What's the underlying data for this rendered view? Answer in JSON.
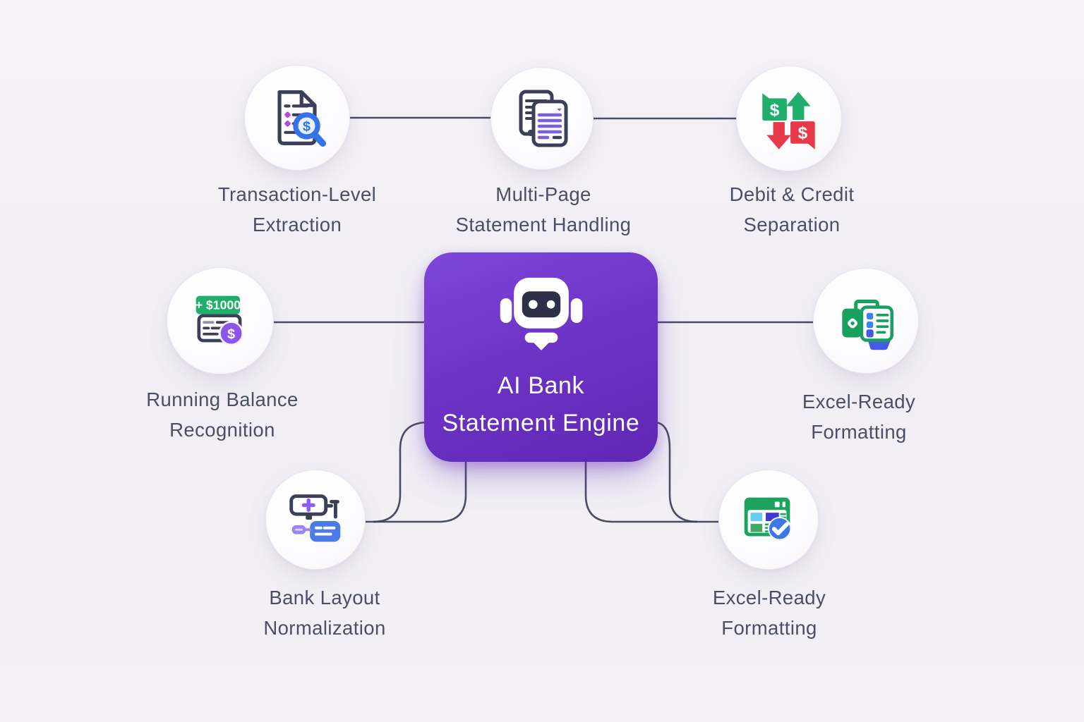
{
  "center": {
    "title_line1": "AI Bank",
    "title_line2": "Statement Engine",
    "icon": "robot-icon"
  },
  "nodes": [
    {
      "id": "transaction-level-extraction",
      "label_line1": "Transaction-Level",
      "label_line2": "Extraction",
      "icon": "document-magnifier-dollar-icon"
    },
    {
      "id": "multi-page-statement-handling",
      "label_line1": "Multi-Page",
      "label_line2": "Statement Handling",
      "icon": "stacked-documents-icon"
    },
    {
      "id": "debit-credit-separation",
      "label_line1": "Debit & Credit",
      "label_line2": "Separation",
      "icon": "dollar-up-down-arrows-icon"
    },
    {
      "id": "running-balance-recognition",
      "label_line1": "Running Balance",
      "label_line2": "Recognition",
      "icon": "balance-badge-dollar-icon"
    },
    {
      "id": "excel-ready-formatting-right",
      "label_line1": "Excel-Ready",
      "label_line2": "Formatting",
      "icon": "spreadsheet-card-icon"
    },
    {
      "id": "bank-layout-normalization",
      "label_line1": "Bank Layout",
      "label_line2": "Normalization",
      "icon": "layout-blocks-icon"
    },
    {
      "id": "excel-ready-formatting-bottom",
      "label_line1": "Excel-Ready",
      "label_line2": "Formatting",
      "icon": "table-check-icon"
    }
  ],
  "icon_text": {
    "badge_amount": "+ $1000",
    "dollar": "$"
  },
  "colors": {
    "background": "#f2f0f5",
    "accent_purple": "#7038c8",
    "connector": "#3c4057",
    "label_text": "#4a4f66",
    "green": "#1fae6b",
    "red": "#e6394a",
    "blue": "#3573e8",
    "violet": "#8b5cf6",
    "ink": "#3b3f58"
  }
}
